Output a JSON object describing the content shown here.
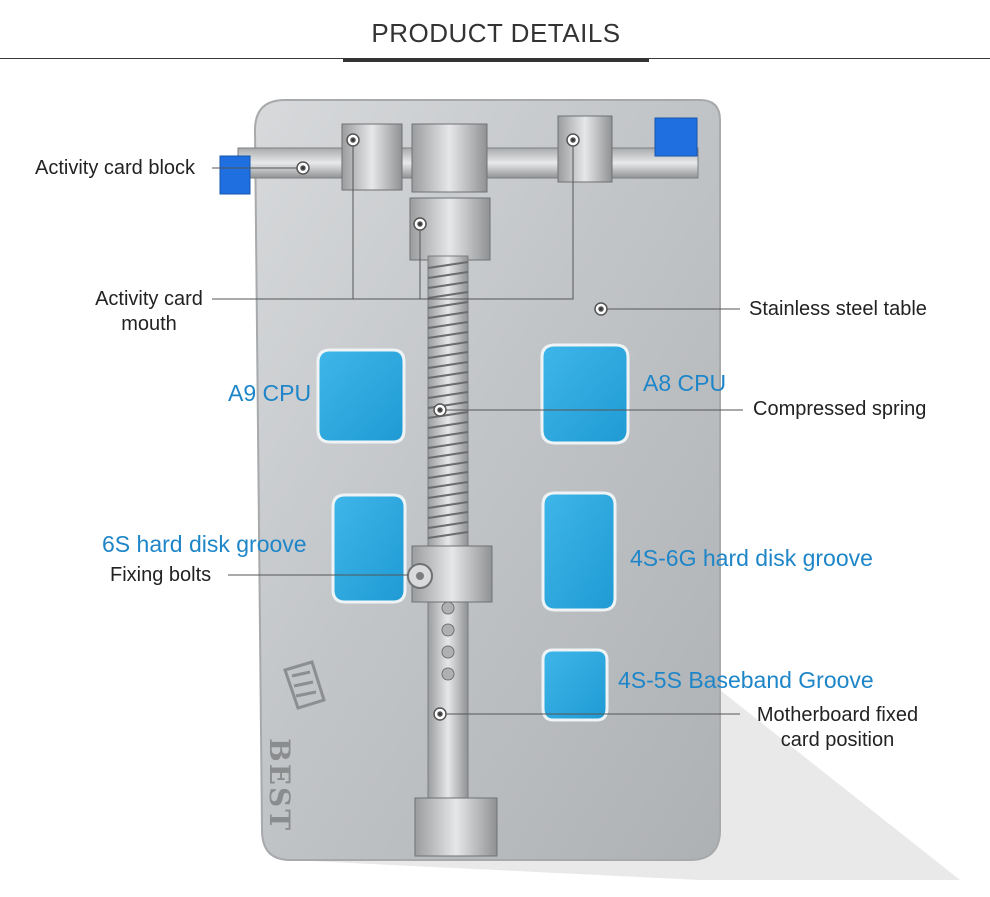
{
  "header": {
    "title": "PRODUCT DETAILS"
  },
  "callouts": {
    "activity_card_block": "Activity card block",
    "activity_card_mouth_line1": "Activity card",
    "activity_card_mouth_line2": "mouth",
    "stainless_steel_table": "Stainless steel table",
    "compressed_spring": "Compressed spring",
    "fixing_bolts": "Fixing bolts",
    "motherboard_line1": "Motherboard fixed",
    "motherboard_line2": "card position"
  },
  "grooves": {
    "a9_cpu": "A9 CPU",
    "a8_cpu": "A8 CPU",
    "groove_6s": "6S hard disk groove",
    "groove_4s_6g": "4S-6G hard disk groove",
    "groove_4s_5s": "4S-5S Baseband Groove"
  },
  "logo": {
    "text": "BEST"
  },
  "colors": {
    "groove_blue": "#2aa9df",
    "label_blue": "#1e86c8",
    "steel": "#c9cbcd",
    "stopper_blue": "#1f6fe0"
  }
}
